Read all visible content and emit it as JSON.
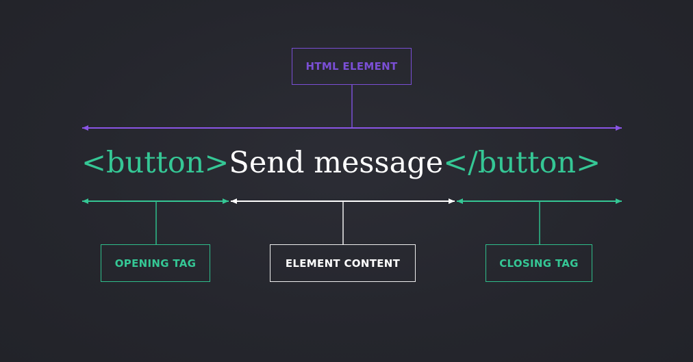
{
  "labels": {
    "html_element": "HTML ELEMENT",
    "opening_tag": "OPENING TAG",
    "element_content": "ELEMENT CONTENT",
    "closing_tag": "CLOSING TAG"
  },
  "code": {
    "opening_tag": "<button>",
    "content": "Send message",
    "closing_tag": "</button>"
  },
  "colors": {
    "background": "#25262d",
    "purple": "#7b4fd6",
    "green": "#35c795",
    "white": "#ffffff"
  }
}
